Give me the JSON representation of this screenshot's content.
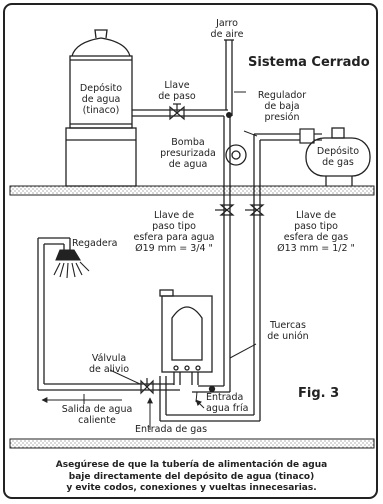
{
  "title": "Sistema Cerrado",
  "figure_label": "Fig. 3",
  "labels": {
    "jarro": "Jarro\nde aire",
    "tinaco": "Depósito\nde agua\n(tinaco)",
    "llave_paso": "Llave\nde paso",
    "bomba": "Bomba\npresurizada\nde agua",
    "regulador": "Regulador\nde baja\npresión",
    "deposito_gas": "Depósito\nde gas",
    "llave_agua": "Llave de\npaso tipo\nesfera para agua\nØ19 mm = 3/4 \"",
    "llave_gas": "Llave de\npaso tipo\nesfera de gas\nØ13 mm = 1/2 \"",
    "regadera": "Regadera",
    "tuercas": "Tuercas\nde unión",
    "valvula": "Válvula\nde alivio",
    "entrada_fria": "Entrada\nagua fría",
    "salida_caliente": "Salida de agua\ncaliente",
    "entrada_gas": "Entrada de gas"
  },
  "note": "Asegúrese de que la tubería de alimentación de agua\nbaje directamente del depósito de agua (tinaco)\ny evite codos, conexiones y vueltas innecesarias."
}
